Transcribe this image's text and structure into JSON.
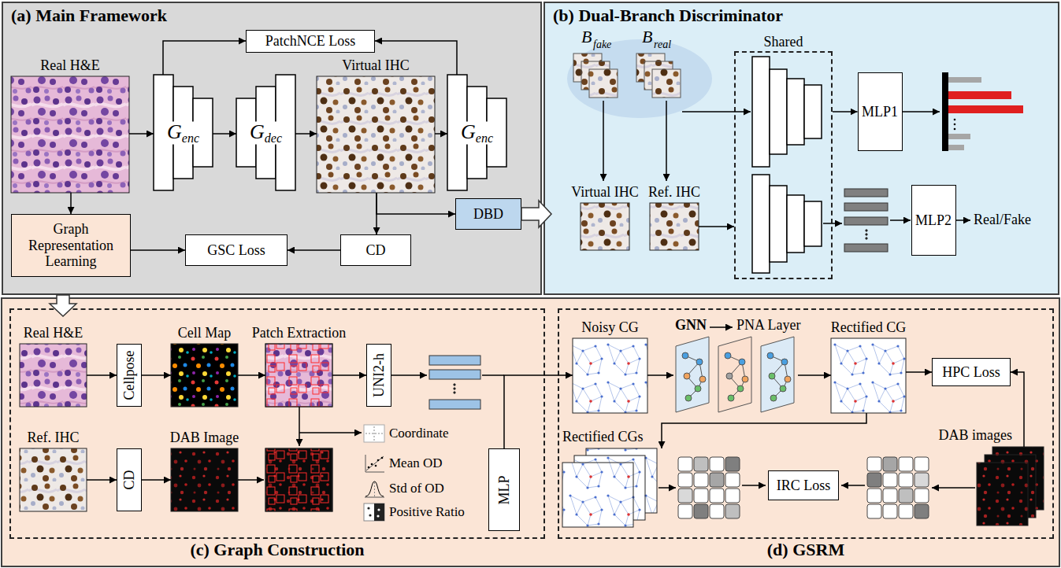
{
  "diagram": {
    "nodes": [
      {
        "text": [
          "(a) Main Framework"
        ]
      },
      {
        "text": [
          "PatchNCE Loss"
        ],
        "in": 0
      },
      {
        "text": [
          "Real H&E"
        ],
        "in": 0
      },
      {
        "text": [
          "G",
          "enc"
        ],
        "in": 0
      },
      {
        "text": [
          "G",
          "dec"
        ],
        "in": 0
      },
      {
        "text": [
          "Virtual IHC"
        ],
        "in": 0
      },
      {
        "text": [
          "G",
          "enc"
        ],
        "in": 0
      },
      {
        "text": [
          "DBD"
        ],
        "in": 0
      },
      {
        "text": [
          "CD"
        ],
        "in": 0
      },
      {
        "text": [
          "GSC Loss"
        ],
        "in": 0
      },
      {
        "text": [
          "Graph Representation Learning"
        ],
        "in": 0
      },
      {
        "text": [
          "(b) Dual-Branch Discriminator"
        ]
      },
      {
        "text": [
          "Shared"
        ],
        "in": 11
      },
      {
        "text": [
          "MLP1"
        ],
        "in": 11
      },
      {
        "text": [
          "Virtual IHC"
        ],
        "in": 11
      },
      {
        "text": [
          "Ref. IHC"
        ],
        "in": 11
      },
      {
        "text": [
          "MLP2"
        ],
        "in": 11
      },
      {
        "text": [
          "(c) Graph Construction"
        ]
      },
      {
        "text": [
          "Real H&E"
        ],
        "in": 17
      },
      {
        "text": [
          "Cellpose"
        ],
        "in": 17
      },
      {
        "text": [
          "Cell Map"
        ],
        "in": 17
      },
      {
        "text": [
          "Patch Extraction"
        ],
        "in": 17
      },
      {
        "text": [
          "UNI2-h"
        ],
        "in": 17
      },
      {
        "text": [
          "Ref. IHC"
        ],
        "in": 17
      },
      {
        "text": [
          "CD"
        ],
        "in": 17
      },
      {
        "text": [
          "DAB Image"
        ],
        "in": 17
      },
      {
        "text": [
          "MLP"
        ],
        "in": 17
      },
      {
        "text": [
          "(d) GSRM"
        ]
      },
      {
        "text": [
          "Noisy CG"
        ],
        "in": 27
      },
      {
        "text": [
          "GNN",
          "PNA Layer"
        ],
        "in": 27
      },
      {
        "text": [
          "Rectified CG"
        ],
        "in": 27
      },
      {
        "text": [
          "HPC Loss"
        ],
        "in": 27
      },
      {
        "text": [
          "Rectified CGs"
        ],
        "in": 27
      },
      {
        "text": [
          "IRC Loss"
        ],
        "in": 27
      },
      {
        "text": [
          "DAB images"
        ],
        "in": 27
      }
    ],
    "edges": [
      {
        "from": 2,
        "to": 3,
        "arrow": "to"
      },
      {
        "from": 3,
        "to": 4,
        "arrow": "to"
      },
      {
        "from": 4,
        "to": 5,
        "arrow": "to"
      },
      {
        "from": 5,
        "to": 6,
        "arrow": "to"
      },
      {
        "from": 3,
        "to": 1,
        "arrow": "to"
      },
      {
        "from": 6,
        "to": 1,
        "arrow": "to"
      },
      {
        "from": 2,
        "to": 10,
        "arrow": "to"
      },
      {
        "from": 5,
        "to": 7,
        "arrow": "to"
      },
      {
        "from": 5,
        "to": 8,
        "arrow": "to"
      },
      {
        "from": 8,
        "to": 9,
        "arrow": "to"
      },
      {
        "from": 10,
        "to": 9,
        "arrow": "to"
      },
      {
        "from": 7,
        "to": 11,
        "arrow": "to"
      },
      {
        "from": 0,
        "to": 17,
        "arrow": "to"
      },
      {
        "from": 15,
        "to": 12,
        "arrow": "to"
      },
      {
        "from": 12,
        "to": 13,
        "arrow": "to"
      },
      {
        "from": 18,
        "to": 19,
        "arrow": "to"
      },
      {
        "from": 19,
        "to": 20,
        "arrow": "to"
      },
      {
        "from": 20,
        "to": 21,
        "arrow": "to"
      },
      {
        "from": 21,
        "to": 22,
        "arrow": "to"
      },
      {
        "from": 23,
        "to": 24,
        "arrow": "to"
      },
      {
        "from": 24,
        "to": 25,
        "arrow": "to"
      },
      {
        "from": 26,
        "to": 28,
        "arrow": "to"
      },
      {
        "from": 28,
        "to": 29,
        "arrow": "to"
      },
      {
        "from": 29,
        "to": 30,
        "arrow": "to"
      },
      {
        "from": 30,
        "to": 31,
        "arrow": "to"
      },
      {
        "from": 34,
        "to": 31,
        "arrow": "to"
      },
      {
        "from": 30,
        "to": 32,
        "arrow": "to"
      }
    ],
    "labels": [
      "B",
      "fake",
      "B",
      "real",
      "Real/Fake",
      "Coordinate",
      "Mean OD",
      "Std of OD",
      "Positive Ratio"
    ]
  }
}
